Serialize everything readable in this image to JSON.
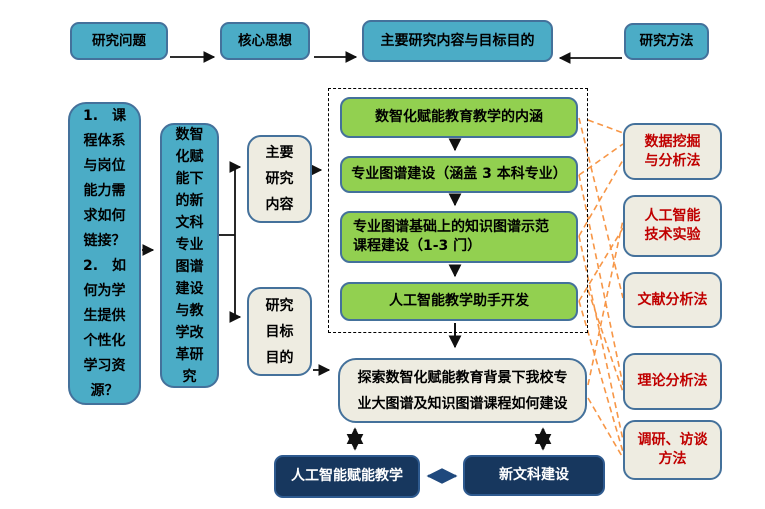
{
  "colors": {
    "teal": "#4BACC6",
    "border": "#44719B",
    "green": "#92D050",
    "cream": "#EEECE1",
    "navy": "#17375E",
    "navy_border": "#2E5A8F",
    "red_text": "#C00000",
    "orange_dash": "#F79646"
  },
  "top_row": {
    "research_question": "研究问题",
    "core_idea": "核心思想",
    "main_content_goal": "主要研究内容与目标目的",
    "research_method": "研究方法"
  },
  "left_column": {
    "questions": "1.　课\n程体系\n与岗位\n能力需\n求如何\n链接？\n2.　如\n何为学\n生提供\n个性化\n学习资\n源？",
    "project_title": "数智\n化赋\n能下\n的新\n文科\n专业\n图谱\n建设\n与教\n学改\n革研\n究"
  },
  "middle": {
    "content_label": "主要\n研究\n内容",
    "goal_label": "研究\n目标\n目的"
  },
  "green_group": {
    "items": [
      "数智化赋能教育教学的内涵",
      "专业图谱建设（涵盖 3 本科专业）",
      "专业图谱基础上的知识图谱示范\n课程建设（1-3 门）",
      "人工智能教学助手开发"
    ]
  },
  "goal_box": {
    "label": "探索数智化赋能教育背景下我校专\n业大图谱及知识图谱课程如何建设"
  },
  "bottom": {
    "ai_teaching": "人工智能赋能教学",
    "new_liberal_arts": "新文科建设"
  },
  "methods": {
    "items": [
      "数据挖掘\n与分析法",
      "人工智能\n技术实验",
      "文献分析法",
      "理论分析法",
      "调研、访谈\n方法"
    ]
  }
}
